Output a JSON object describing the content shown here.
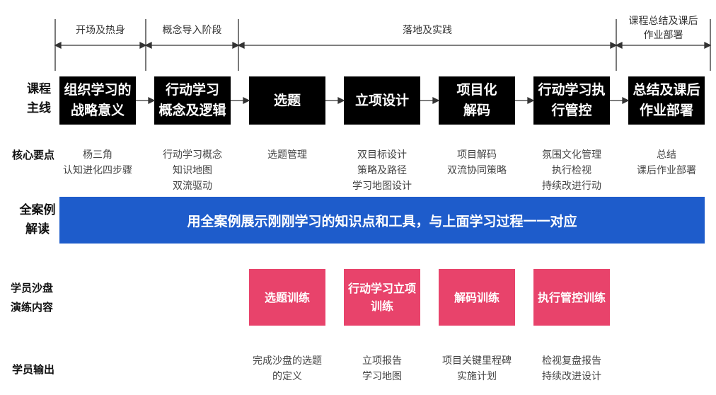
{
  "phases": [
    {
      "label": "开场及热身"
    },
    {
      "label": "概念导入阶段"
    },
    {
      "label": "落地及实践"
    },
    {
      "label_lines": [
        "课程总结及课后",
        "作业部署"
      ]
    }
  ],
  "row_labels": {
    "main_line": [
      "课程",
      "主线"
    ],
    "key_points": "核心要点",
    "case": [
      "全案例",
      "解读"
    ],
    "sandbox": [
      "学员沙盘",
      "演练内容"
    ],
    "output": "学员输出"
  },
  "steps": [
    {
      "lines": [
        "组织学习的",
        "战略意义"
      ]
    },
    {
      "lines": [
        "行动学习",
        "概念及逻辑"
      ]
    },
    {
      "lines": [
        "选题"
      ]
    },
    {
      "lines": [
        "立项设计"
      ]
    },
    {
      "lines": [
        "项目化",
        "解码"
      ]
    },
    {
      "lines": [
        "行动学习执",
        "行管控"
      ]
    },
    {
      "lines": [
        "总结及课后",
        "作业部署"
      ]
    }
  ],
  "key_points": [
    [
      "杨三角",
      "认知进化四步骤"
    ],
    [
      "行动学习概念",
      "知识地图",
      "双流驱动"
    ],
    [
      "选题管理"
    ],
    [
      "双目标设计",
      "策略及路径",
      "学习地图设计"
    ],
    [
      "项目解码",
      "双流协同策略"
    ],
    [
      "氛围文化管理",
      "执行检视",
      "持续改进行动"
    ],
    [
      "总结",
      "课后作业部署"
    ]
  ],
  "case_banner": "用全案例展示刚刚学习的知识点和工具，与上面学习过程一一对应",
  "drills": [
    {
      "lines": [
        "选题训练"
      ]
    },
    {
      "lines": [
        "行动学习立项",
        "训练"
      ]
    },
    {
      "lines": [
        "解码训练"
      ]
    },
    {
      "lines": [
        "执行管控训练"
      ]
    }
  ],
  "outputs": [
    [
      "完成沙盘的选题",
      "的定义"
    ],
    [
      "立项报告",
      "学习地图"
    ],
    [
      "项目关键里程碑",
      "实施计划"
    ],
    [
      "检视复盘报告",
      "持续改进设计"
    ]
  ],
  "colors": {
    "step_bg": "#000000",
    "banner_bg": "#1e5ccb",
    "drill_bg": "#e8436b"
  }
}
